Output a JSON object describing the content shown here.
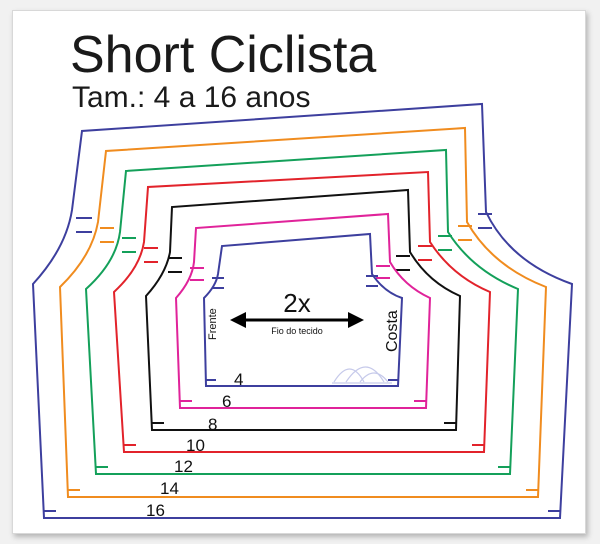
{
  "title": "Short Ciclista",
  "subtitle": "Tam.: 4 a 16 anos",
  "multiplier": "2x",
  "grain_label": "Fio do tecido",
  "front_label": "Frente",
  "back_label": "Costa",
  "sizes": [
    {
      "label": "4",
      "color": "#3d3f9e"
    },
    {
      "label": "6",
      "color": "#e0239a"
    },
    {
      "label": "8",
      "color": "#111111"
    },
    {
      "label": "10",
      "color": "#e2232b"
    },
    {
      "label": "12",
      "color": "#14a05a"
    },
    {
      "label": "14",
      "color": "#f08c1f"
    },
    {
      "label": "16",
      "color": "#3d3f9e"
    }
  ]
}
